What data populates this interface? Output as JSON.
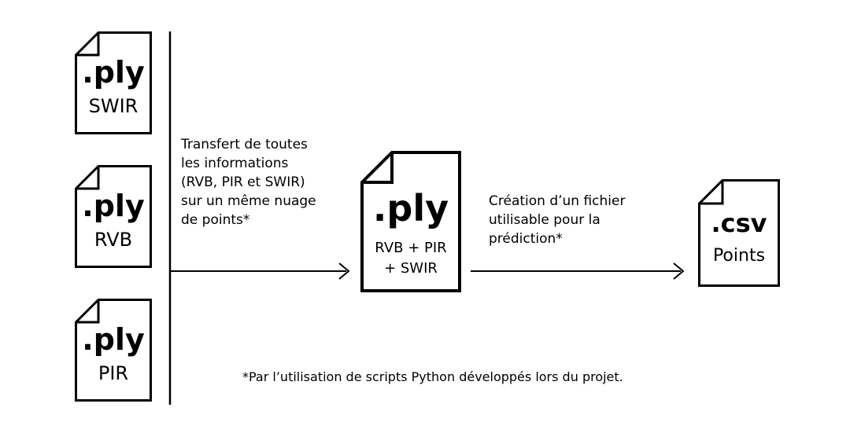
{
  "sources": [
    {
      "ext": ".ply",
      "label": "SWIR"
    },
    {
      "ext": ".ply",
      "label": "RVB"
    },
    {
      "ext": ".ply",
      "label": "PIR"
    }
  ],
  "merge_note": {
    "lines": [
      "Transfert de toutes",
      "les informations",
      "(RVB, PIR et SWIR)",
      "sur un même nuage",
      "de points*"
    ]
  },
  "merged": {
    "ext": ".ply",
    "label_lines": [
      "RVB + PIR",
      "+ SWIR"
    ]
  },
  "export_note": {
    "lines": [
      "Création d’un fichier",
      "utilisable pour la",
      "prédiction*"
    ]
  },
  "output": {
    "ext": ".csv",
    "label": "Points"
  },
  "footnote": "*Par l’utilisation de scripts Python développés lors du projet."
}
